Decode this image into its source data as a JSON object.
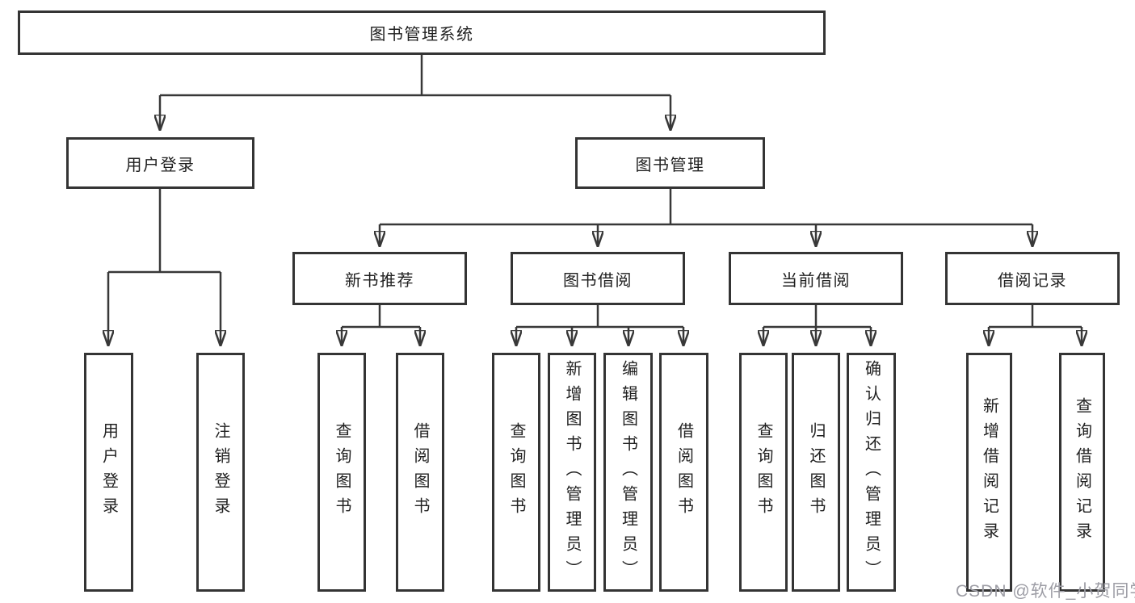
{
  "tree": {
    "root": {
      "label": "图书管理系统"
    },
    "branches": [
      {
        "label": "用户登录",
        "children": [
          {
            "label": "用户登录"
          },
          {
            "label": "注销登录"
          }
        ]
      },
      {
        "label": "图书管理",
        "groups": [
          {
            "label": "新书推荐",
            "children": [
              {
                "label": "查询图书"
              },
              {
                "label": "借阅图书"
              }
            ]
          },
          {
            "label": "图书借阅",
            "children": [
              {
                "label": "查询图书"
              },
              {
                "label": "新增图书（管理员）"
              },
              {
                "label": "编辑图书（管理员）"
              },
              {
                "label": "借阅图书"
              }
            ]
          },
          {
            "label": "当前借阅",
            "children": [
              {
                "label": "查询图书"
              },
              {
                "label": "归还图书"
              },
              {
                "label": "确认归还（管理员）"
              }
            ]
          },
          {
            "label": "借阅记录",
            "children": [
              {
                "label": "新增借阅记录"
              },
              {
                "label": "查询借阅记录"
              }
            ]
          }
        ]
      }
    ]
  },
  "watermark": {
    "text": "CSDN @软件_小贺同学",
    "color": "#9d9da5"
  },
  "colors": {
    "line": "#383838",
    "box_border": "#343434",
    "box_fill": "#ffffff",
    "text": "#212121"
  }
}
